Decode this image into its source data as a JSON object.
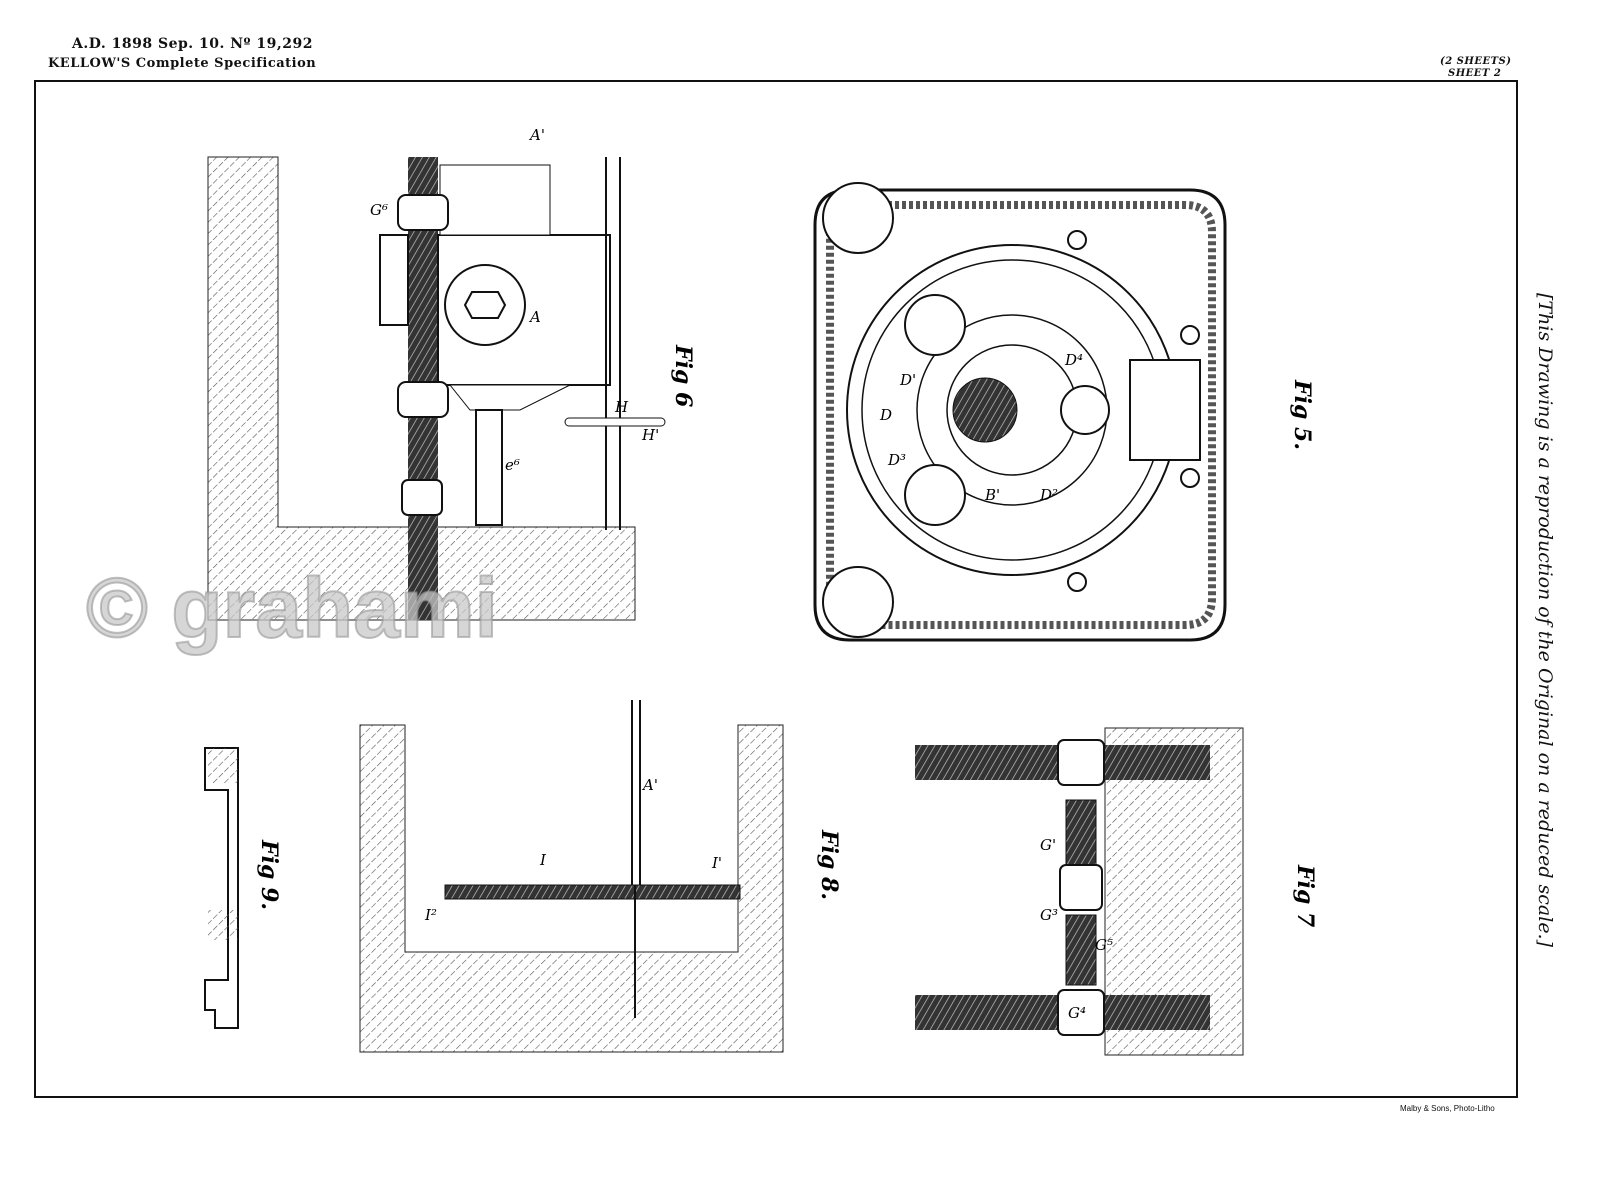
{
  "header": {
    "line1": "A.D. 1898 Sep. 10. Nº 19,292",
    "line2": "KELLOW'S Complete Specification"
  },
  "sheets": {
    "total": "(2 SHEETS)",
    "current": "SHEET 2"
  },
  "side_note": "[This Drawing is a reproduction of the Original on a reduced scale.]",
  "printer": "Malby & Sons, Photo-Litho",
  "watermark": "© grahami",
  "figures": {
    "fig5": "Fig 5.",
    "fig6": "Fig 6",
    "fig7": "Fig 7",
    "fig8": "Fig 8.",
    "fig9": "Fig 9."
  },
  "labels": {
    "A": "A",
    "A1": "A'",
    "G6": "G⁶",
    "G1": "G'",
    "G4": "G⁴",
    "H": "H",
    "H1": "H'",
    "e6": "e⁶",
    "D": "D",
    "D1": "D'",
    "D2": "D²",
    "D3": "D³",
    "D4": "D⁴",
    "B1": "B'",
    "I": "I",
    "I1": "I'",
    "I2": "I²",
    "G5": "G⁵",
    "G3": "G³"
  }
}
